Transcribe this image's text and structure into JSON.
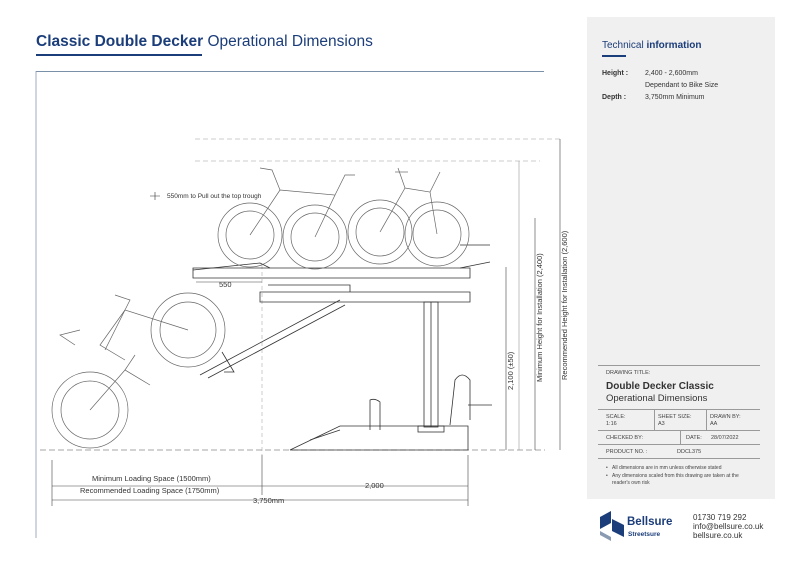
{
  "header": {
    "title_bold": "Classic Double Decker",
    "title_rest": " Operational Dimensions"
  },
  "technical": {
    "heading_plain": "Technical ",
    "heading_bold": "information",
    "height_label": "Height :",
    "height_value": "2,400 - 2,600mm",
    "height_note": "Dependant to Bike Size",
    "depth_label": "Depth :",
    "depth_value": "3,750mm Minimum"
  },
  "drawing": {
    "pull_out_note": "550mm to Pull out the top trough",
    "dim_550": "550",
    "dim_2100": "2,100 (±50)",
    "dim_min_height": "Minimum Height for Installation (2,400)",
    "dim_rec_height": "Recommended Height for Installation (2,600)",
    "min_loading": "Minimum Loading Space (1500mm)",
    "rec_loading": "Recommended Loading Space (1750mm)",
    "dim_2000": "2,000",
    "dim_3750": "3,750mm"
  },
  "title_block": {
    "drawing_title_label": "DRAWING TITLE:",
    "drawing_title_1": "Double Decker Classic",
    "drawing_title_2": "Operational Dimensions",
    "scale_label": "SCALE:",
    "scale_value": "1:16",
    "sheet_label": "SHEET SIZE:",
    "sheet_value": "A3",
    "drawn_label": "DRAWN BY:",
    "drawn_value": "AA",
    "checked_label": "CHECKED BY:",
    "date_label": "DATE:",
    "date_value": "28/07/2022",
    "product_label": "PRODUCT NO. :",
    "product_value": "DDCL375"
  },
  "notes": [
    "All dimensions are in mm unless otherwise stated",
    "Any dimensions scaled from this drawing are taken at the reader's own risk"
  ],
  "brand": {
    "name": "Bellsure",
    "sub": "Streetsure",
    "phone": "01730 719 292",
    "email": "info@bellsure.co.uk",
    "website": "bellsure.co.uk"
  }
}
